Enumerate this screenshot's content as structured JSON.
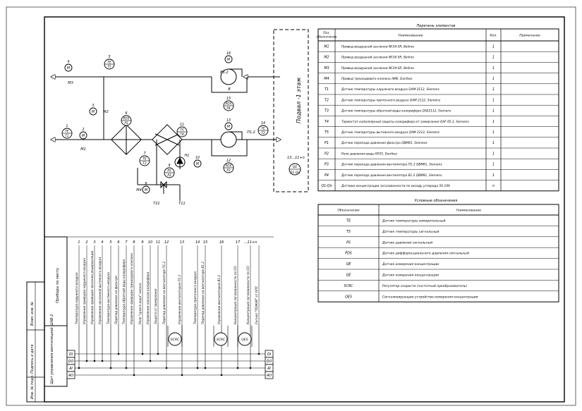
{
  "side_stamp": [
    "Инв. № подл.",
    "Подпись и дата",
    "Взам. инв. №"
  ],
  "schematic": {
    "floor_label": "Подвал -1 этаж",
    "qe_group": {
      "range": "13...11+n",
      "line1": "QE",
      "line2": "Q1-Qn"
    },
    "devices": [
      {
        "num": "4",
        "code": "M"
      },
      {
        "num": "",
        "code": "M3"
      },
      {
        "num": "5",
        "code": "TE",
        "sub": "T5"
      },
      {
        "num": "3",
        "code": "M"
      },
      {
        "num": "",
        "code": "M2"
      },
      {
        "num": "1",
        "code": "TE",
        "sub": "T1"
      },
      {
        "num": "2",
        "code": "M"
      },
      {
        "num": "",
        "code": "M1"
      },
      {
        "num": "6",
        "code": "PDS",
        "sub": "P1"
      },
      {
        "num": "7",
        "code": "TE",
        "sub": "T3"
      },
      {
        "num": "11",
        "code": "TS",
        "sub": "T4"
      },
      {
        "num": "9",
        "code": "PS",
        "sub": "P2"
      },
      {
        "num": "10",
        "code": "M"
      },
      {
        "num": "",
        "code": "H1"
      },
      {
        "num": "8",
        "code": "M"
      },
      {
        "num": "",
        "code": "M4"
      },
      {
        "num": "",
        "code": "T21"
      },
      {
        "num": "",
        "code": "T11"
      },
      {
        "num": "16",
        "code": "M"
      },
      {
        "num": "",
        "code": "B1.2"
      },
      {
        "num": "",
        "code": "B"
      },
      {
        "num": "15",
        "code": "PDS",
        "sub": "P4"
      },
      {
        "num": "13",
        "code": "M"
      },
      {
        "num": "",
        "code": "П1.2"
      },
      {
        "num": "12",
        "code": "PDS",
        "sub": "P3"
      },
      {
        "num": "14",
        "code": "TE",
        "sub": "T2"
      }
    ]
  },
  "elements_table": {
    "title": "Перечень элементов",
    "headers": [
      "Поз. обозначение",
      "Наименование",
      "Кол.",
      "Примечание"
    ],
    "rows": [
      {
        "pos": "M1",
        "name": "Привод воздушной заслонки NF24-SR, Belimo",
        "qty": "1",
        "note": ""
      },
      {
        "pos": "M2",
        "name": "Привод воздушной заслонки NF24-SR, Belimo",
        "qty": "1",
        "note": ""
      },
      {
        "pos": "M3",
        "name": "Привод воздушной заслонки NF24-SR, Belimo",
        "qty": "1",
        "note": ""
      },
      {
        "pos": "M4",
        "name": "Привод трехходового клапана AME, Danfoss",
        "qty": "1",
        "note": ""
      },
      {
        "pos": "T1",
        "name": "Датчик температуры наружного воздуха QAM 2112, Siemens",
        "qty": "1",
        "note": ""
      },
      {
        "pos": "T2",
        "name": "Датчик температуры приточного воздуха QAM 2112, Siemens",
        "qty": "1",
        "note": ""
      },
      {
        "pos": "T3",
        "name": "Датчик температуры обратной воды калорифера QAE2112, Siemens",
        "qty": "1",
        "note": ""
      },
      {
        "pos": "T4",
        "name": "Термостат капиллярный защиты калорифера от замерзания QAF 65.3, Siemens",
        "qty": "1",
        "note": ""
      },
      {
        "pos": "T5",
        "name": "Датчик температуры вытяжного воздуха QAM 2112, Siemens",
        "qty": "1",
        "note": ""
      },
      {
        "pos": "P1",
        "name": "Датчик перепада давления фильтра QBM81, Siemens",
        "qty": "1",
        "note": ""
      },
      {
        "pos": "P2",
        "name": "Реле давления воды KP35, Danfoss",
        "qty": "1",
        "note": ""
      },
      {
        "pos": "P3",
        "name": "Датчик перепада давления вентилятора П1.2 QBM81, Siemens",
        "qty": "1",
        "note": ""
      },
      {
        "pos": "P4",
        "name": "Датчик перепада давления вентилятора В1.2 QBM81, Siemens",
        "qty": "1",
        "note": ""
      },
      {
        "pos": "Q1-Qn",
        "name": "Датчики концентрации загазованности по оксиду углерода 50-199",
        "qty": "n",
        "note": ""
      }
    ]
  },
  "legend_table": {
    "title": "Условные обозначения",
    "headers": [
      "Обозначение",
      "Наименование"
    ],
    "rows": [
      {
        "code": "TE",
        "name": "Датчик температуры измерительный"
      },
      {
        "code": "TS",
        "name": "Датчик температуры сигнальный"
      },
      {
        "code": "PS",
        "name": "Датчик давления сигнальный"
      },
      {
        "code": "PDS",
        "name": "Датчик дифференциального давления сигнальный"
      },
      {
        "code": "QE",
        "name": "Датчик измерения концентрации"
      },
      {
        "code": "QE",
        "name": "Датчик измерения концентрации"
      },
      {
        "code": "SCRC",
        "name": "Регулятор скорости (частотный преобразователь)"
      },
      {
        "code": "QES",
        "name": "Сигнализирующие устройство измерения концентрации"
      }
    ]
  },
  "io_block": {
    "header": "Приборы по месту",
    "cabinet": "Щит управления вентиляцией ШАВ-2",
    "bus_left": [
      "DI",
      "DO",
      "AI",
      "AO"
    ],
    "bus_right": [
      "DI",
      "DO",
      "AI",
      "AO"
    ],
    "channels": [
      {
        "num": "1",
        "text": "Температура наружного воздуха"
      },
      {
        "num": "2",
        "text": "Управление приводом наружного воздуха"
      },
      {
        "num": "3",
        "text": "Управление приводом заслонки рециркуляции"
      },
      {
        "num": "4",
        "text": "Управление заслонкой вытяжного воздуха"
      },
      {
        "num": "5",
        "text": "Температура вытяжного воздуха"
      },
      {
        "num": "6",
        "text": "Перепад давления на фильтре"
      },
      {
        "num": "7",
        "text": "Температура обратной воды калорифера"
      },
      {
        "num": "8",
        "text": "Управление приводом трехходового клапана"
      },
      {
        "num": "9",
        "text": "Реле \"сухого хода\" насоса"
      },
      {
        "num": "10",
        "text": "Управление насосом калорифера"
      },
      {
        "num": "11",
        "text": "Защита от замерзания"
      },
      {
        "num": "12",
        "text": "Перепад давления на вентиляторе П1.2"
      },
      {
        "num": "13",
        "text": "Управление вентилятором П1.2"
      },
      {
        "num": "14",
        "text": "Температура приточного воздуха"
      },
      {
        "num": "15",
        "text": "Перепад давления на вентиляторе В1.2"
      },
      {
        "num": "16",
        "text": "Управление вентилятором В1.2"
      },
      {
        "num": "17",
        "text": "Концентрация загазованности по CO"
      },
      {
        "num": "...11+n",
        "text": "Концентрация загазованности по CO"
      },
      {
        "num": "",
        "text": "Сигнал \"ПОЖАР\" от ОПС"
      }
    ],
    "controllers": [
      "SCRC",
      "SCRC",
      "QES"
    ]
  }
}
